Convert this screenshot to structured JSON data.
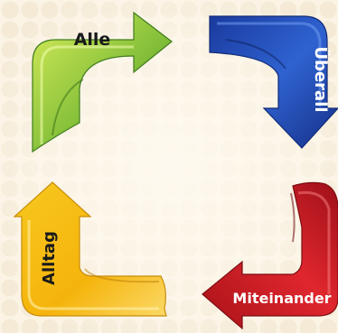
{
  "arrows": [
    {
      "label": "Alle",
      "color": "#6cab2a",
      "direction": "right",
      "icon": "arrow-right-icon"
    },
    {
      "label": "Überall",
      "color": "#1f49b0",
      "direction": "down",
      "icon": "arrow-down-icon"
    },
    {
      "label": "Miteinander",
      "color": "#d41f2a",
      "direction": "left",
      "icon": "arrow-left-icon"
    },
    {
      "label": "Alltag",
      "color": "#f2b416",
      "direction": "up",
      "icon": "arrow-up-icon"
    }
  ],
  "background_color": "#fbf3e4"
}
